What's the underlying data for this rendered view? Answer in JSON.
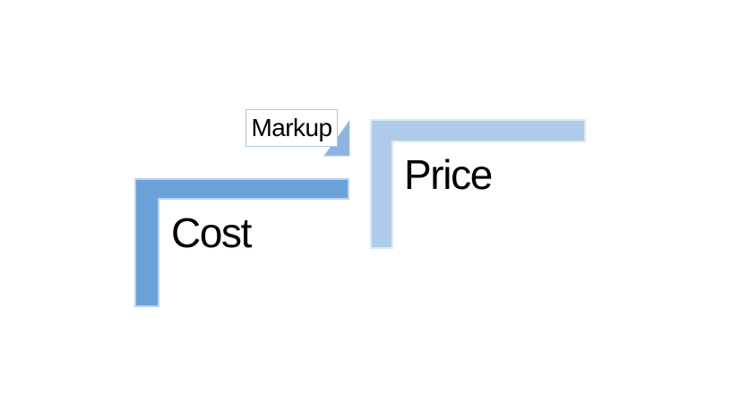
{
  "diagram": {
    "labels": {
      "cost": "Cost",
      "price": "Price",
      "markup": "Markup"
    },
    "colors": {
      "background": "#ffffff",
      "text": "#000000",
      "cost_fill": "#6ba2d9",
      "cost_stroke": "#bad3ee",
      "price_fill": "#aecce9",
      "price_stroke": "#dce9f6",
      "triangle_fill": "#8eb3de",
      "triangle_stroke": "#a9c7e9",
      "markup_box_border": "#a9c7e9",
      "markup_box_fill": "#ffffff"
    }
  }
}
